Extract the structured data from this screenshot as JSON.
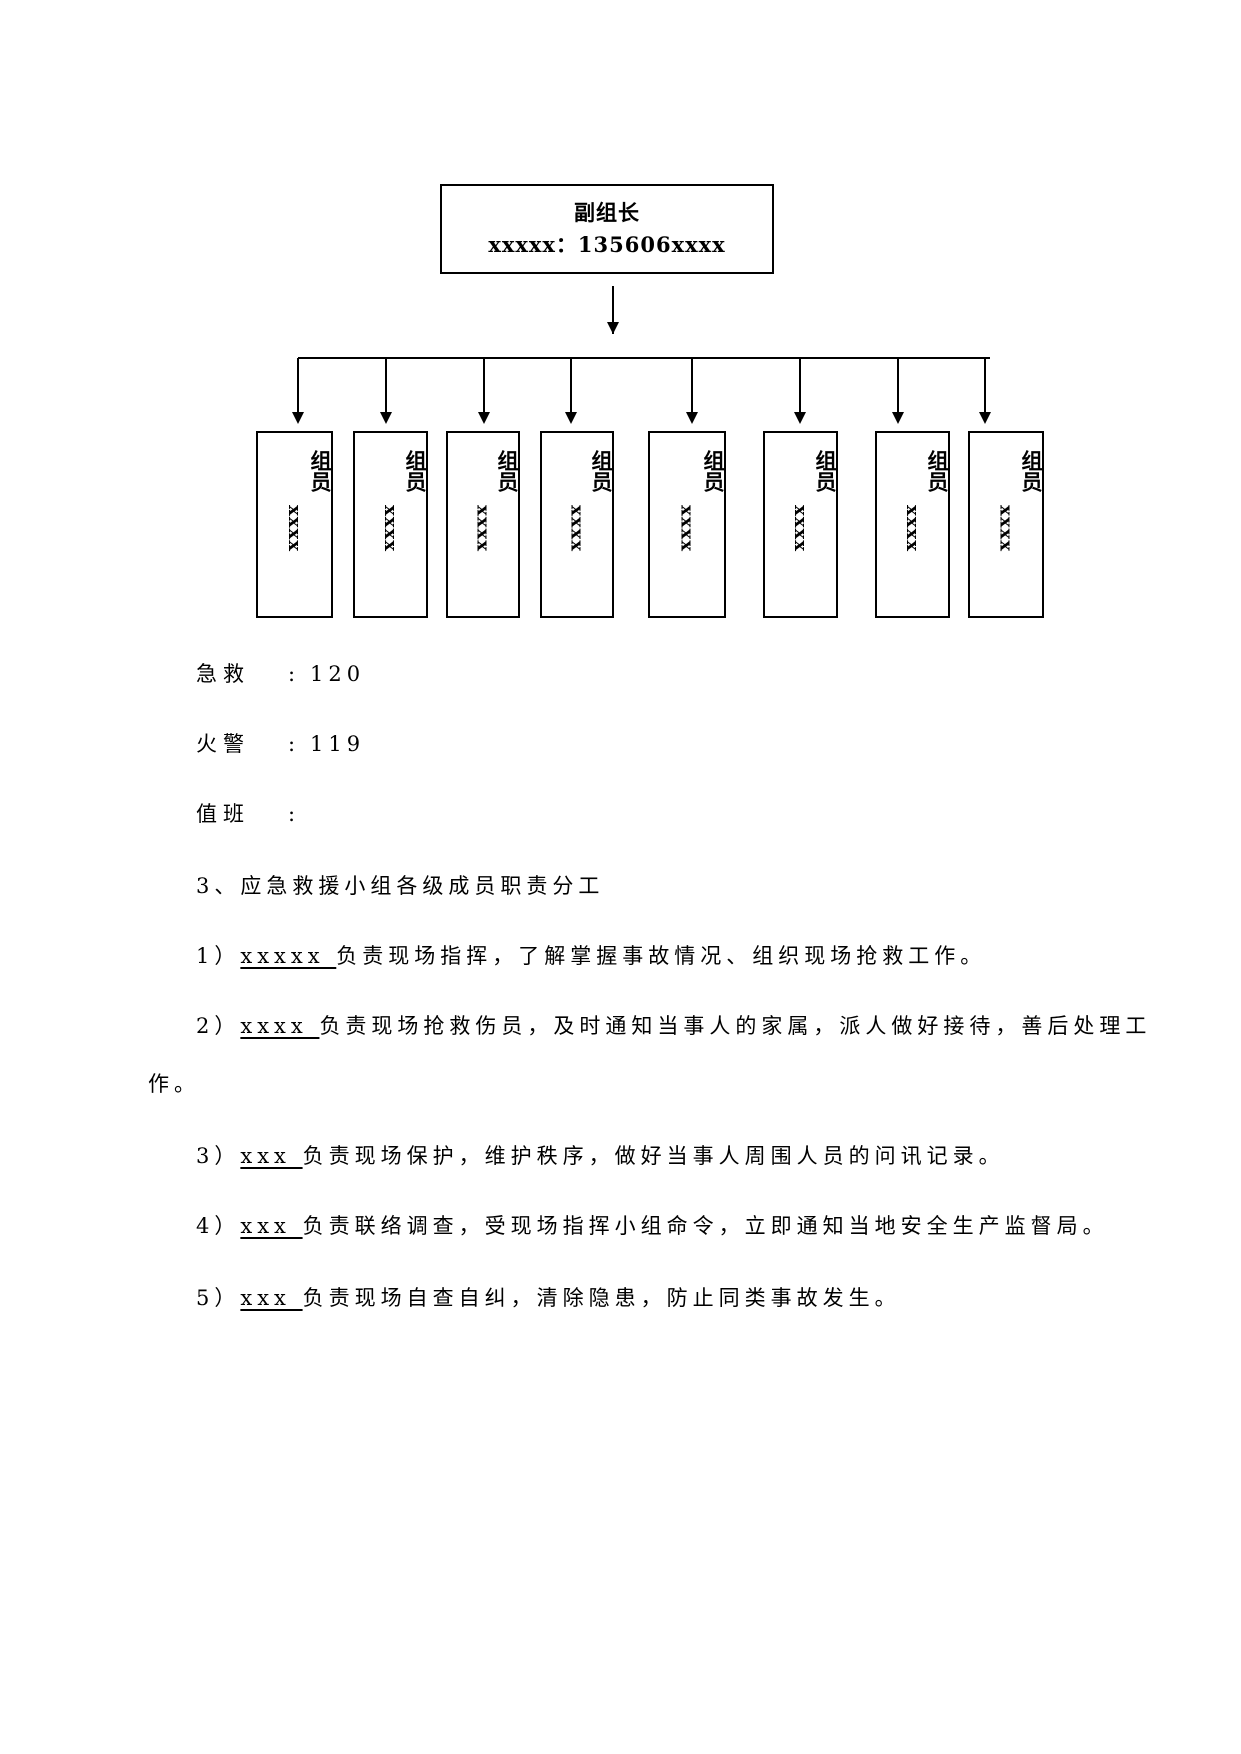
{
  "org_chart": {
    "top": {
      "role": "副组长",
      "contact": "xxxxx：135606xxxx"
    },
    "members": [
      {
        "label": "组员",
        "name": "xxxx"
      },
      {
        "label": "组员",
        "name": "xxxx"
      },
      {
        "label": "组员",
        "name": "xxxx"
      },
      {
        "label": "组员",
        "name": "xxxx"
      },
      {
        "label": "组员",
        "name": "xxxx"
      },
      {
        "label": "组员",
        "name": "xxxx"
      },
      {
        "label": "组员",
        "name": "xxxx"
      },
      {
        "label": "组员",
        "name": "xxxx"
      }
    ]
  },
  "contacts": [
    {
      "label": "急救",
      "value": "120"
    },
    {
      "label": "火警",
      "value": "119"
    },
    {
      "label": "值班",
      "value": ""
    }
  ],
  "section_heading": "3、应急救援小组各级成员职责分工",
  "responsibilities": [
    {
      "num": "1）",
      "name": "xxxxx ",
      "text": "负责现场指挥，了解掌握事故情况、组织现场抢救工作。",
      "cont": ""
    },
    {
      "num": "2）",
      "name": "xxxx ",
      "text": "负责现场抢救伤员，及时通知当事人的家属，派人做好接待，善后处理工",
      "cont": "作。"
    },
    {
      "num": "3）",
      "name": "xxx ",
      "text": "负责现场保护，维护秩序，做好当事人周围人员的问讯记录。",
      "cont": ""
    },
    {
      "num": "4）",
      "name": "xxx ",
      "text": "负责联络调查，受现场指挥小组命令，立即通知当地安全生产监督局。",
      "cont": ""
    },
    {
      "num": "5）",
      "name": "xxx ",
      "text": "负责现场自查自纠，清除隐患，防止同类事故发生。",
      "cont": ""
    }
  ]
}
